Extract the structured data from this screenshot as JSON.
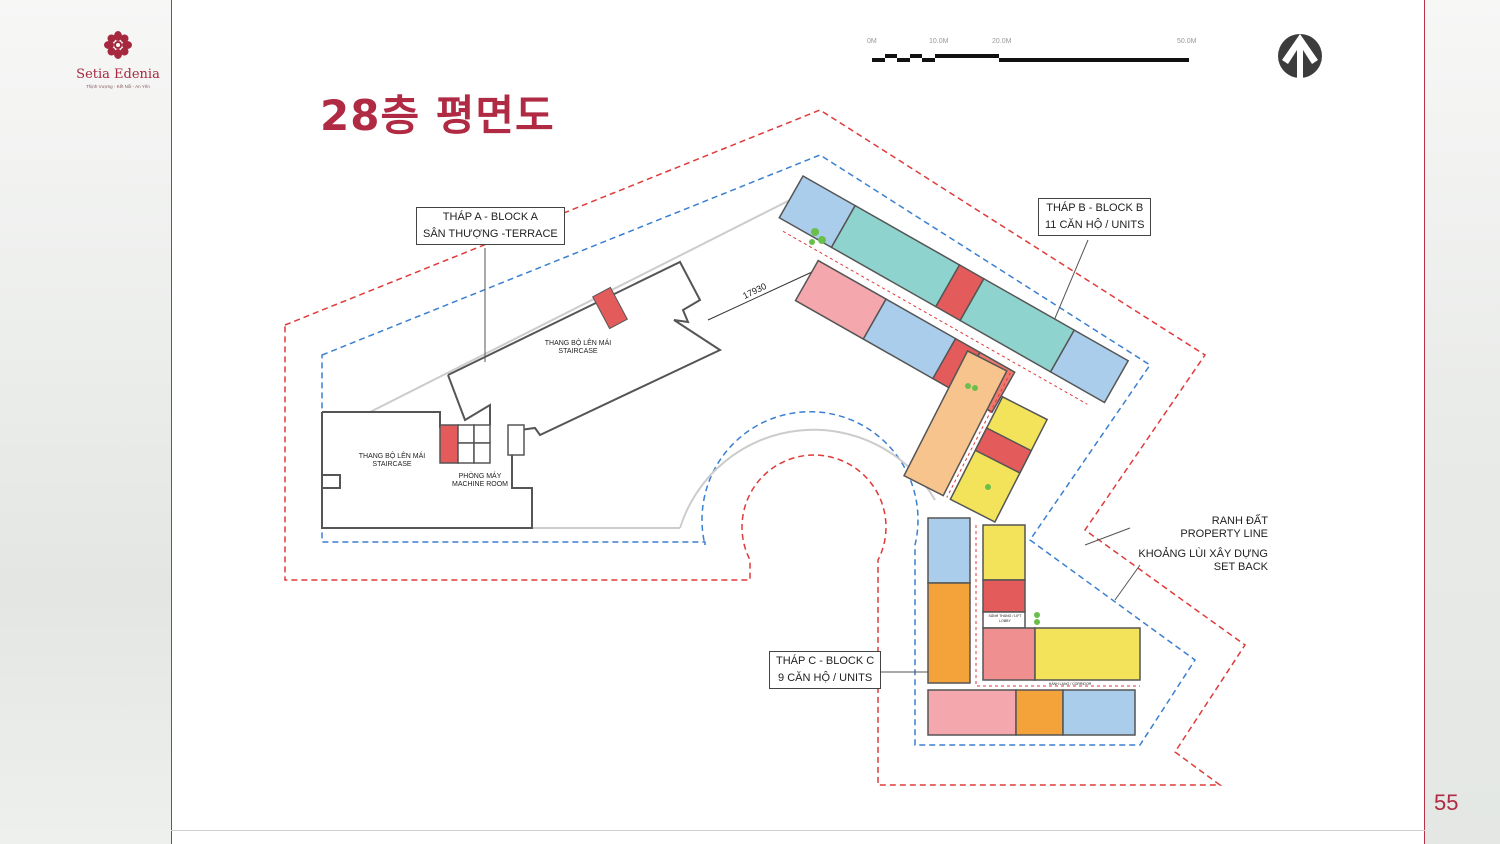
{
  "brand": {
    "name": "Setia Edenia",
    "tagline": "Thịnh Vượng - Kết Nối - An Yên"
  },
  "title": "28층  평면도",
  "page_number": "55",
  "scale_bar": {
    "labels": [
      "0M",
      "10.0M",
      "20.0M",
      "50.0M"
    ]
  },
  "north_icon": "north-arrow-icon",
  "labels": {
    "block_a": {
      "line1": "THÁP A - BLOCK A",
      "line2": "SÂN THƯỢNG -TERRACE"
    },
    "block_b": {
      "line1": "THÁP B - BLOCK B",
      "line2": "11 CĂN HỘ / UNITS"
    },
    "block_c": {
      "line1": "THÁP C - BLOCK C",
      "line2": "9 CĂN HỘ / UNITS"
    },
    "staircase_upper": {
      "line1": "THANG BỘ LÊN MÁI",
      "line2": "STAIRCASE"
    },
    "staircase_lower": {
      "line1": "THANG BỘ LÊN MÁI",
      "line2": "STAIRCASE"
    },
    "machine_room": {
      "line1": "PHÒNG MÁY",
      "line2": "MACHINE ROOM"
    },
    "dimension": "17930",
    "property_line": {
      "line1": "RANH ĐẤT",
      "line2": "PROPERTY LINE"
    },
    "setback": {
      "line1": "KHOẢNG LÙI XÂY DỰNG",
      "line2": "SET BACK"
    },
    "lift_lobby": "SẢNH THANG / LIFT LOBBY",
    "corridor": "HÀNH LANG / CORRIDOR"
  },
  "colors": {
    "accent": "#b02a43",
    "property_line": "#e03a3a",
    "setback": "#3a7fd0"
  }
}
